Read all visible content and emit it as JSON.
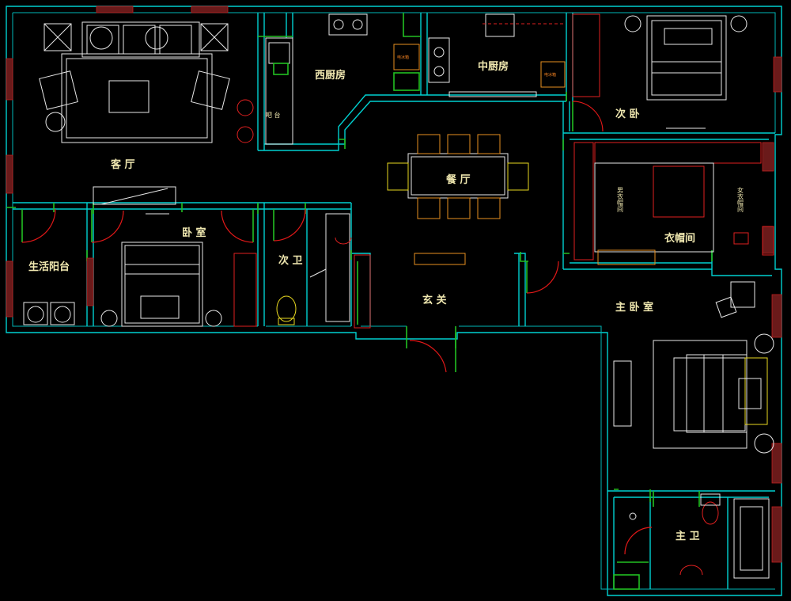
{
  "plan": {
    "rooms": {
      "living_room": "客 厅",
      "west_kitchen": "西厨房",
      "chinese_kitchen": "中厨房",
      "second_bedroom": "次 卧",
      "dining_room": "餐 厅",
      "cloakroom": "衣帽间",
      "bedroom": "卧 室",
      "utility_balcony": "生活阳台",
      "second_bathroom": "次 卫",
      "foyer": "玄 关",
      "master_bedroom": "主 卧 室",
      "master_bathroom": "主 卫"
    },
    "fixtures": {
      "bar_counter": "吧 台",
      "mens_closet": "男衣帽间",
      "womens_closet": "女衣帽间",
      "west_fridge": "电冰箱",
      "chinese_fridge": "电冰箱"
    }
  }
}
